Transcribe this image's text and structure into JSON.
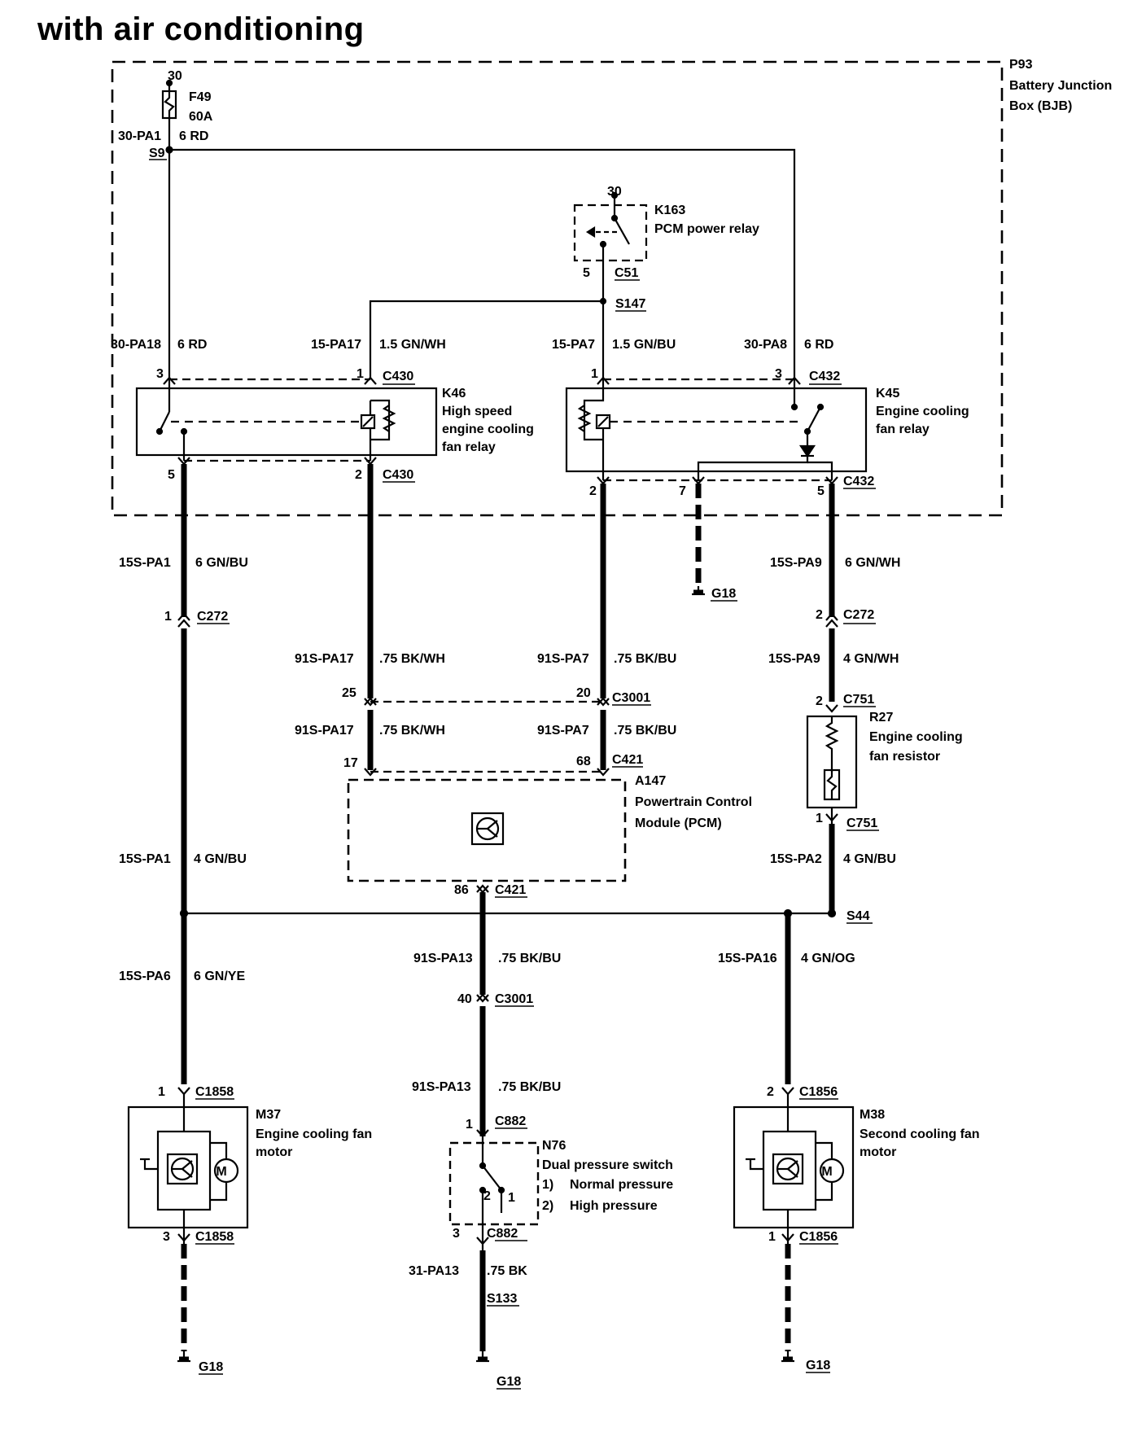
{
  "title": "with air conditioning",
  "bjb": {
    "id": "P93",
    "name_1": "Battery Junction",
    "name_2": "Box (BJB)"
  },
  "fuse": {
    "pin": "30",
    "id": "F49",
    "rating": "60A",
    "circuit": "30-PA1",
    "wire": "6 RD",
    "splice": "S9"
  },
  "k163": {
    "id": "K163",
    "name": "PCM power relay",
    "pin_top": "30",
    "pin_bottom": "5",
    "connector": "C51",
    "splice": "S147"
  },
  "k46": {
    "id": "K46",
    "name_1": "High speed",
    "name_2": "engine cooling",
    "name_3": "fan relay",
    "in_circuit_a": "30-PA18",
    "in_wire_a": "6 RD",
    "in_pin_a": "3",
    "in_circuit_b": "15-PA17",
    "in_wire_b": "1.5 GN/WH",
    "in_pin_b": "1",
    "conn_top": "C430",
    "out_pin_a": "5",
    "out_pin_b": "2",
    "conn_bottom": "C430"
  },
  "k45": {
    "id": "K45",
    "name_1": "Engine cooling",
    "name_2": "fan relay",
    "in_circuit_a": "15-PA7",
    "in_wire_a": "1.5 GN/BU",
    "in_pin_a": "1",
    "in_circuit_b": "30-PA8",
    "in_wire_b": "6 RD",
    "in_pin_b": "3",
    "conn_top": "C432",
    "out_pin_a": "2",
    "out_pin_b": "7",
    "out_pin_c": "5",
    "conn_bottom": "C432"
  },
  "wires": {
    "w1_circuit": "15S-PA1",
    "w1_size": "6 GN/BU",
    "w1_pin": "1",
    "w1_conn": "C272",
    "w9_circuit": "15S-PA9",
    "w9_size": "6 GN/WH",
    "w9_pin": "2",
    "w9_conn": "C272",
    "g18_mid": "G18",
    "w17a_circuit": "91S-PA17",
    "w17a_size": ".75 BK/WH",
    "w7a_circuit": "91S-PA7",
    "w7a_size": ".75 BK/BU",
    "c3001_pin_a": "25",
    "c3001_pin_b": "20",
    "c3001": "C3001",
    "w17b_circuit": "91S-PA17",
    "w17b_size": ".75 BK/WH",
    "w7b_circuit": "91S-PA7",
    "w7b_size": ".75 BK/BU",
    "c421_pin_a": "17",
    "c421_pin_b": "68",
    "c421": "C421",
    "w9b_circuit": "15S-PA9",
    "w9b_size": "4 GN/WH",
    "c751_pin_top": "2",
    "c751": "C751",
    "c751_pin_bottom": "1",
    "c751_b": "C751",
    "w1b_circuit": "15S-PA1",
    "w1b_size": "4 GN/BU",
    "w2_circuit": "15S-PA2",
    "w2_size": "4 GN/BU",
    "s44": "S44",
    "pcm_pin": "86",
    "pcm_conn": "C421",
    "w6_circuit": "15S-PA6",
    "w6_size": "6 GN/YE",
    "w13_circuit": "91S-PA13",
    "w13_size": ".75 BK/BU",
    "c3001_pin_c": "40",
    "c3001_b": "C3001",
    "w13b_circuit": "91S-PA13",
    "w13b_size": ".75 BK/BU",
    "w16_circuit": "15S-PA16",
    "w16_size": "4 GN/OG"
  },
  "r27": {
    "id": "R27",
    "name_1": "Engine cooling",
    "name_2": "fan resistor"
  },
  "pcm": {
    "id": "A147",
    "name_1": "Powertrain Control",
    "name_2": "Module (PCM)"
  },
  "m37": {
    "id": "M37",
    "name_1": "Engine cooling fan",
    "name_2": "motor",
    "pin_top": "1",
    "conn_top": "C1858",
    "pin_bottom": "3",
    "conn_bottom": "C1858",
    "ground": "G18",
    "motor_letter": "M"
  },
  "n76": {
    "id": "N76",
    "name": "Dual pressure switch",
    "opt1_num": "1)",
    "opt1": "Normal pressure",
    "opt2_num": "2)",
    "opt2": "High pressure",
    "pin_top": "1",
    "conn_top": "C882",
    "pin_bottom": "3",
    "conn_bottom": "C882",
    "contact_a": "2",
    "contact_b": "1",
    "gnd_circuit": "31-PA13",
    "gnd_size": ".75 BK",
    "splice": "S133",
    "ground": "G18"
  },
  "m38": {
    "id": "M38",
    "name_1": "Second cooling fan",
    "name_2": "motor",
    "pin_top": "2",
    "conn_top": "C1856",
    "pin_bottom": "1",
    "conn_bottom": "C1856",
    "ground": "G18",
    "motor_letter": "M"
  }
}
